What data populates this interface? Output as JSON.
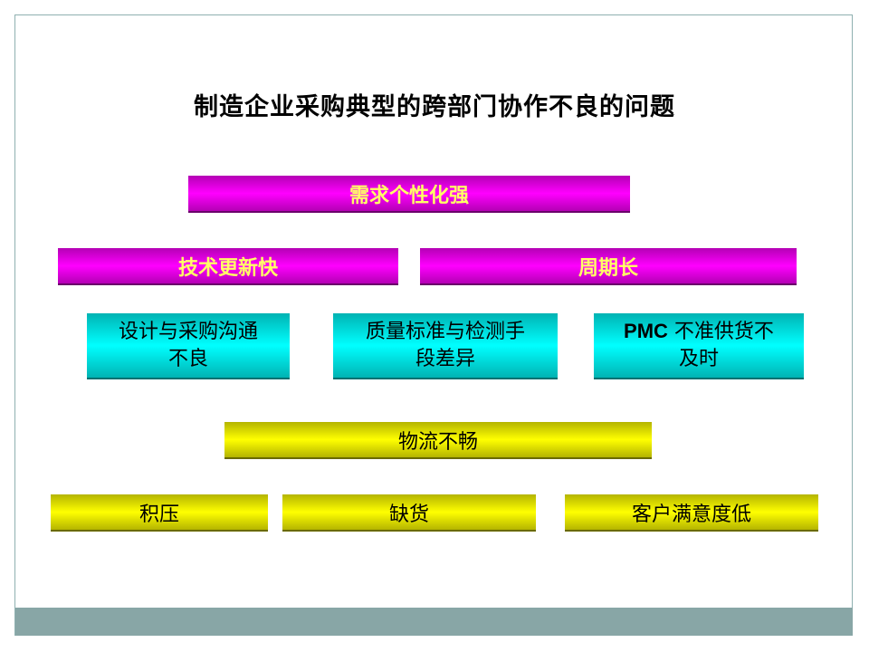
{
  "slide": {
    "title": "制造企业采购典型的跨部门协作不良的问题"
  },
  "level1": {
    "label": "需求个性化强"
  },
  "level2": [
    {
      "label": "技术更新快"
    },
    {
      "label": "周期长"
    }
  ],
  "level3": [
    {
      "line1": "设计与采购沟通",
      "line2": "不良"
    },
    {
      "line1": "质量标准与检测手",
      "line2": "段差异"
    },
    {
      "prefix": "PMC",
      "line1": " 不准供货不",
      "line2": "及时"
    }
  ],
  "level4": {
    "label": "物流不畅"
  },
  "level5": [
    {
      "label": "积压"
    },
    {
      "label": "缺货"
    },
    {
      "label": "客户满意度低"
    }
  ],
  "colors": {
    "magenta": "#ff00ff",
    "cyan": "#00ffff",
    "yellow": "#ffff00",
    "footer": "#88a6a6",
    "magenta_text": "#ffff66"
  }
}
